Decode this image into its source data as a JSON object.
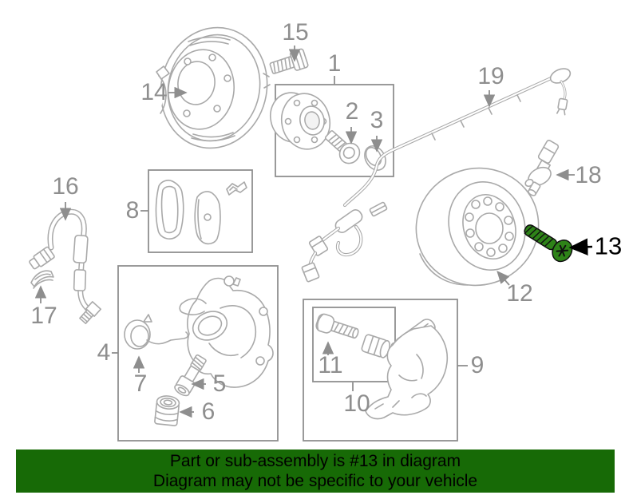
{
  "banner": {
    "line1": "Part or sub-assembly is #13 in diagram",
    "line2": "Diagram may not be specific to your vehicle",
    "bg_color": "#176a06",
    "text_color": "#000000"
  },
  "diagram": {
    "highlighted_part": "13",
    "highlight_color": "#2e8318",
    "highlight_label_color": "#000000",
    "line_color": "#a9a9a9",
    "box_color": "#8f8f8f",
    "label_color": "#8e8e8e",
    "labels": {
      "l1": "1",
      "l2": "2",
      "l3": "3",
      "l4": "4",
      "l5": "5",
      "l6": "6",
      "l7": "7",
      "l8": "8",
      "l9": "9",
      "l10": "10",
      "l11": "11",
      "l12": "12",
      "l13": "13",
      "l14": "14",
      "l15": "15",
      "l16": "16",
      "l17": "17",
      "l18": "18",
      "l19": "19"
    }
  }
}
